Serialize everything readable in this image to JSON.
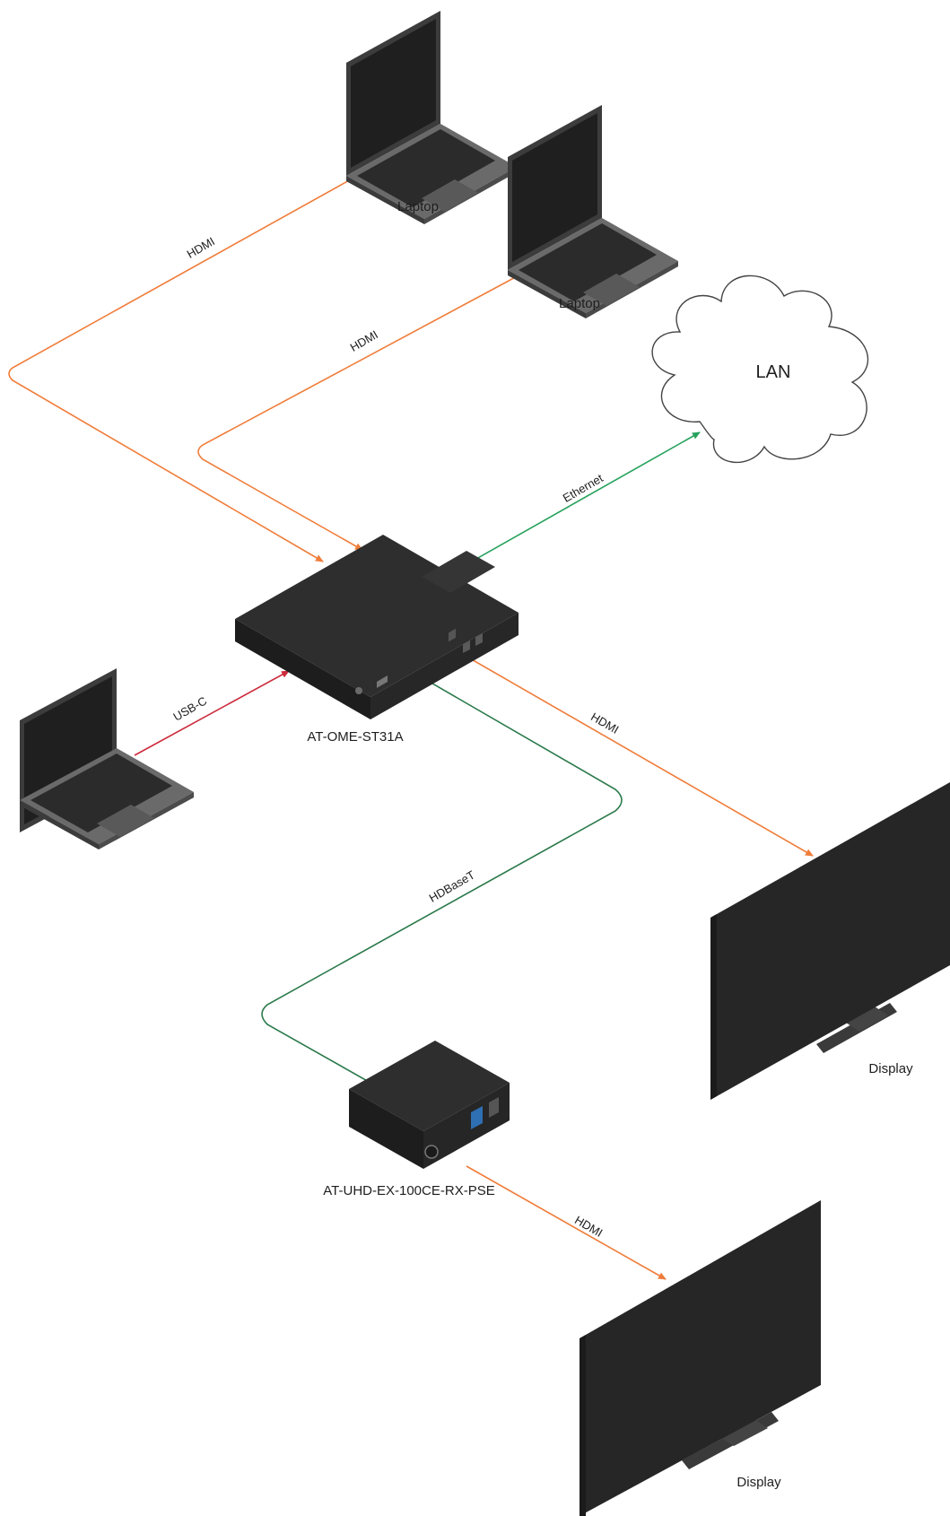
{
  "colors": {
    "hdmi": "#f07d3a",
    "ethernet": "#27a25d",
    "hdbaset": "#2b7a4b",
    "usbc": "#cc2b3c",
    "device_dark": "#262626",
    "laptop_body": "#6c6c6c",
    "laptop_screen": "#2b2b2b"
  },
  "icons": {
    "laptop": "laptop-icon",
    "cloud": "cloud-icon",
    "display": "display-icon",
    "switcher": "switcher-box-icon",
    "receiver": "receiver-box-icon"
  },
  "devices": {
    "laptop_1": "Laptop",
    "laptop_2": "Laptop",
    "lan": "LAN",
    "switcher": "AT-OME-ST31A",
    "receiver": "AT-UHD-EX-100CE-RX-PSE",
    "display_1": "Display",
    "display_2": "Display"
  },
  "connections": {
    "hdmi_laptop_1": "HDMI",
    "hdmi_laptop_2": "HDMI",
    "ethernet": "Ethernet",
    "usbc": "USB-C",
    "hdmi_display_1": "HDMI",
    "hdbaset": "HDBaseT",
    "hdmi_display_2": "HDMI"
  }
}
